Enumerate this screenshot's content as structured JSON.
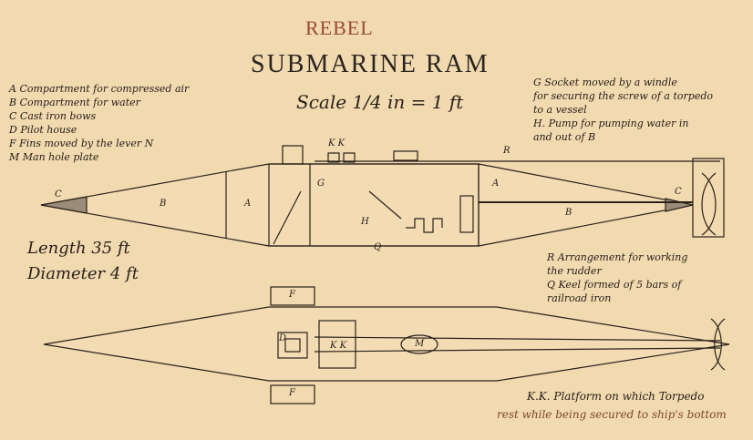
{
  "title": "REBEL",
  "subtitle": "SUBMARINE RAM",
  "scale": "Scale 1/4 in = 1 ft",
  "dimensions": {
    "length": "Length 35 ft",
    "diameter": "Diameter 4 ft"
  },
  "legend_left": [
    "A  Compartment for compressed air",
    "B  Compartment for water",
    "C  Cast iron bows",
    "D  Pilot house",
    "F  Fins moved by the lever N",
    "M  Man hole plate"
  ],
  "legend_right_top": [
    "G  Socket moved by a windle",
    "for securing the screw of a torpedo",
    "to a vessel",
    "H. Pump for pumping water in",
    "and out of B"
  ],
  "legend_right_mid": [
    "R  Arrangement for working",
    "the rudder",
    "Q  Keel formed of 5 bars of",
    "railroad iron"
  ],
  "note": {
    "line1": "K.K. Platform on which Torpedo",
    "line2": "rest while being secured to ship's bottom"
  },
  "part_labels": {
    "a": "A",
    "b": "B",
    "c": "C",
    "d": "D",
    "f": "F",
    "g": "G",
    "h": "H",
    "k": "K K",
    "m": "M",
    "q": "Q",
    "r": "R"
  },
  "colors": {
    "paper": "#f1d9b0",
    "ink": "#2a2118",
    "title_red": "#9a4a3a"
  }
}
